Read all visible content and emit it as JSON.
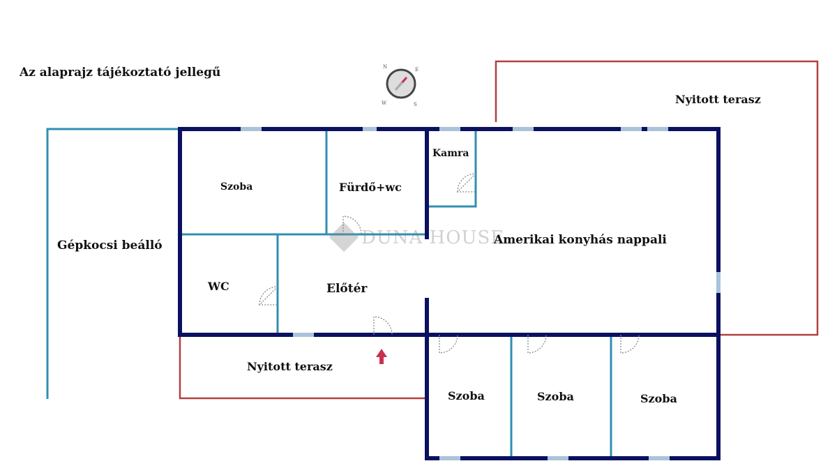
{
  "title": "Alaprajz",
  "disclaimer": "Az alaprajz tájékoztató jellegű",
  "watermark": "DUNA HOUSE",
  "colors": {
    "wall": "#0b1160",
    "inner": "#2f8fb2",
    "terrace": "#b24040",
    "window": "#a9c3da",
    "arrow": "#c8324f"
  },
  "rooms": {
    "szoba_top": "Szoba",
    "furdo": "Fürdő+wc",
    "kamra": "Kamra",
    "nappali": "Amerikai konyhás nappali",
    "wc": "WC",
    "eloter": "Előtér",
    "szoba_1": "Szoba",
    "szoba_2": "Szoba",
    "szoba_3": "Szoba",
    "terasz_top": "Nyitott terasz",
    "terasz_bottom": "Nyitott terasz",
    "gepkocsi": "Gépkocsi beálló"
  },
  "icons": {
    "compass": "compass-icon",
    "entrance": "entrance-arrow-icon"
  }
}
